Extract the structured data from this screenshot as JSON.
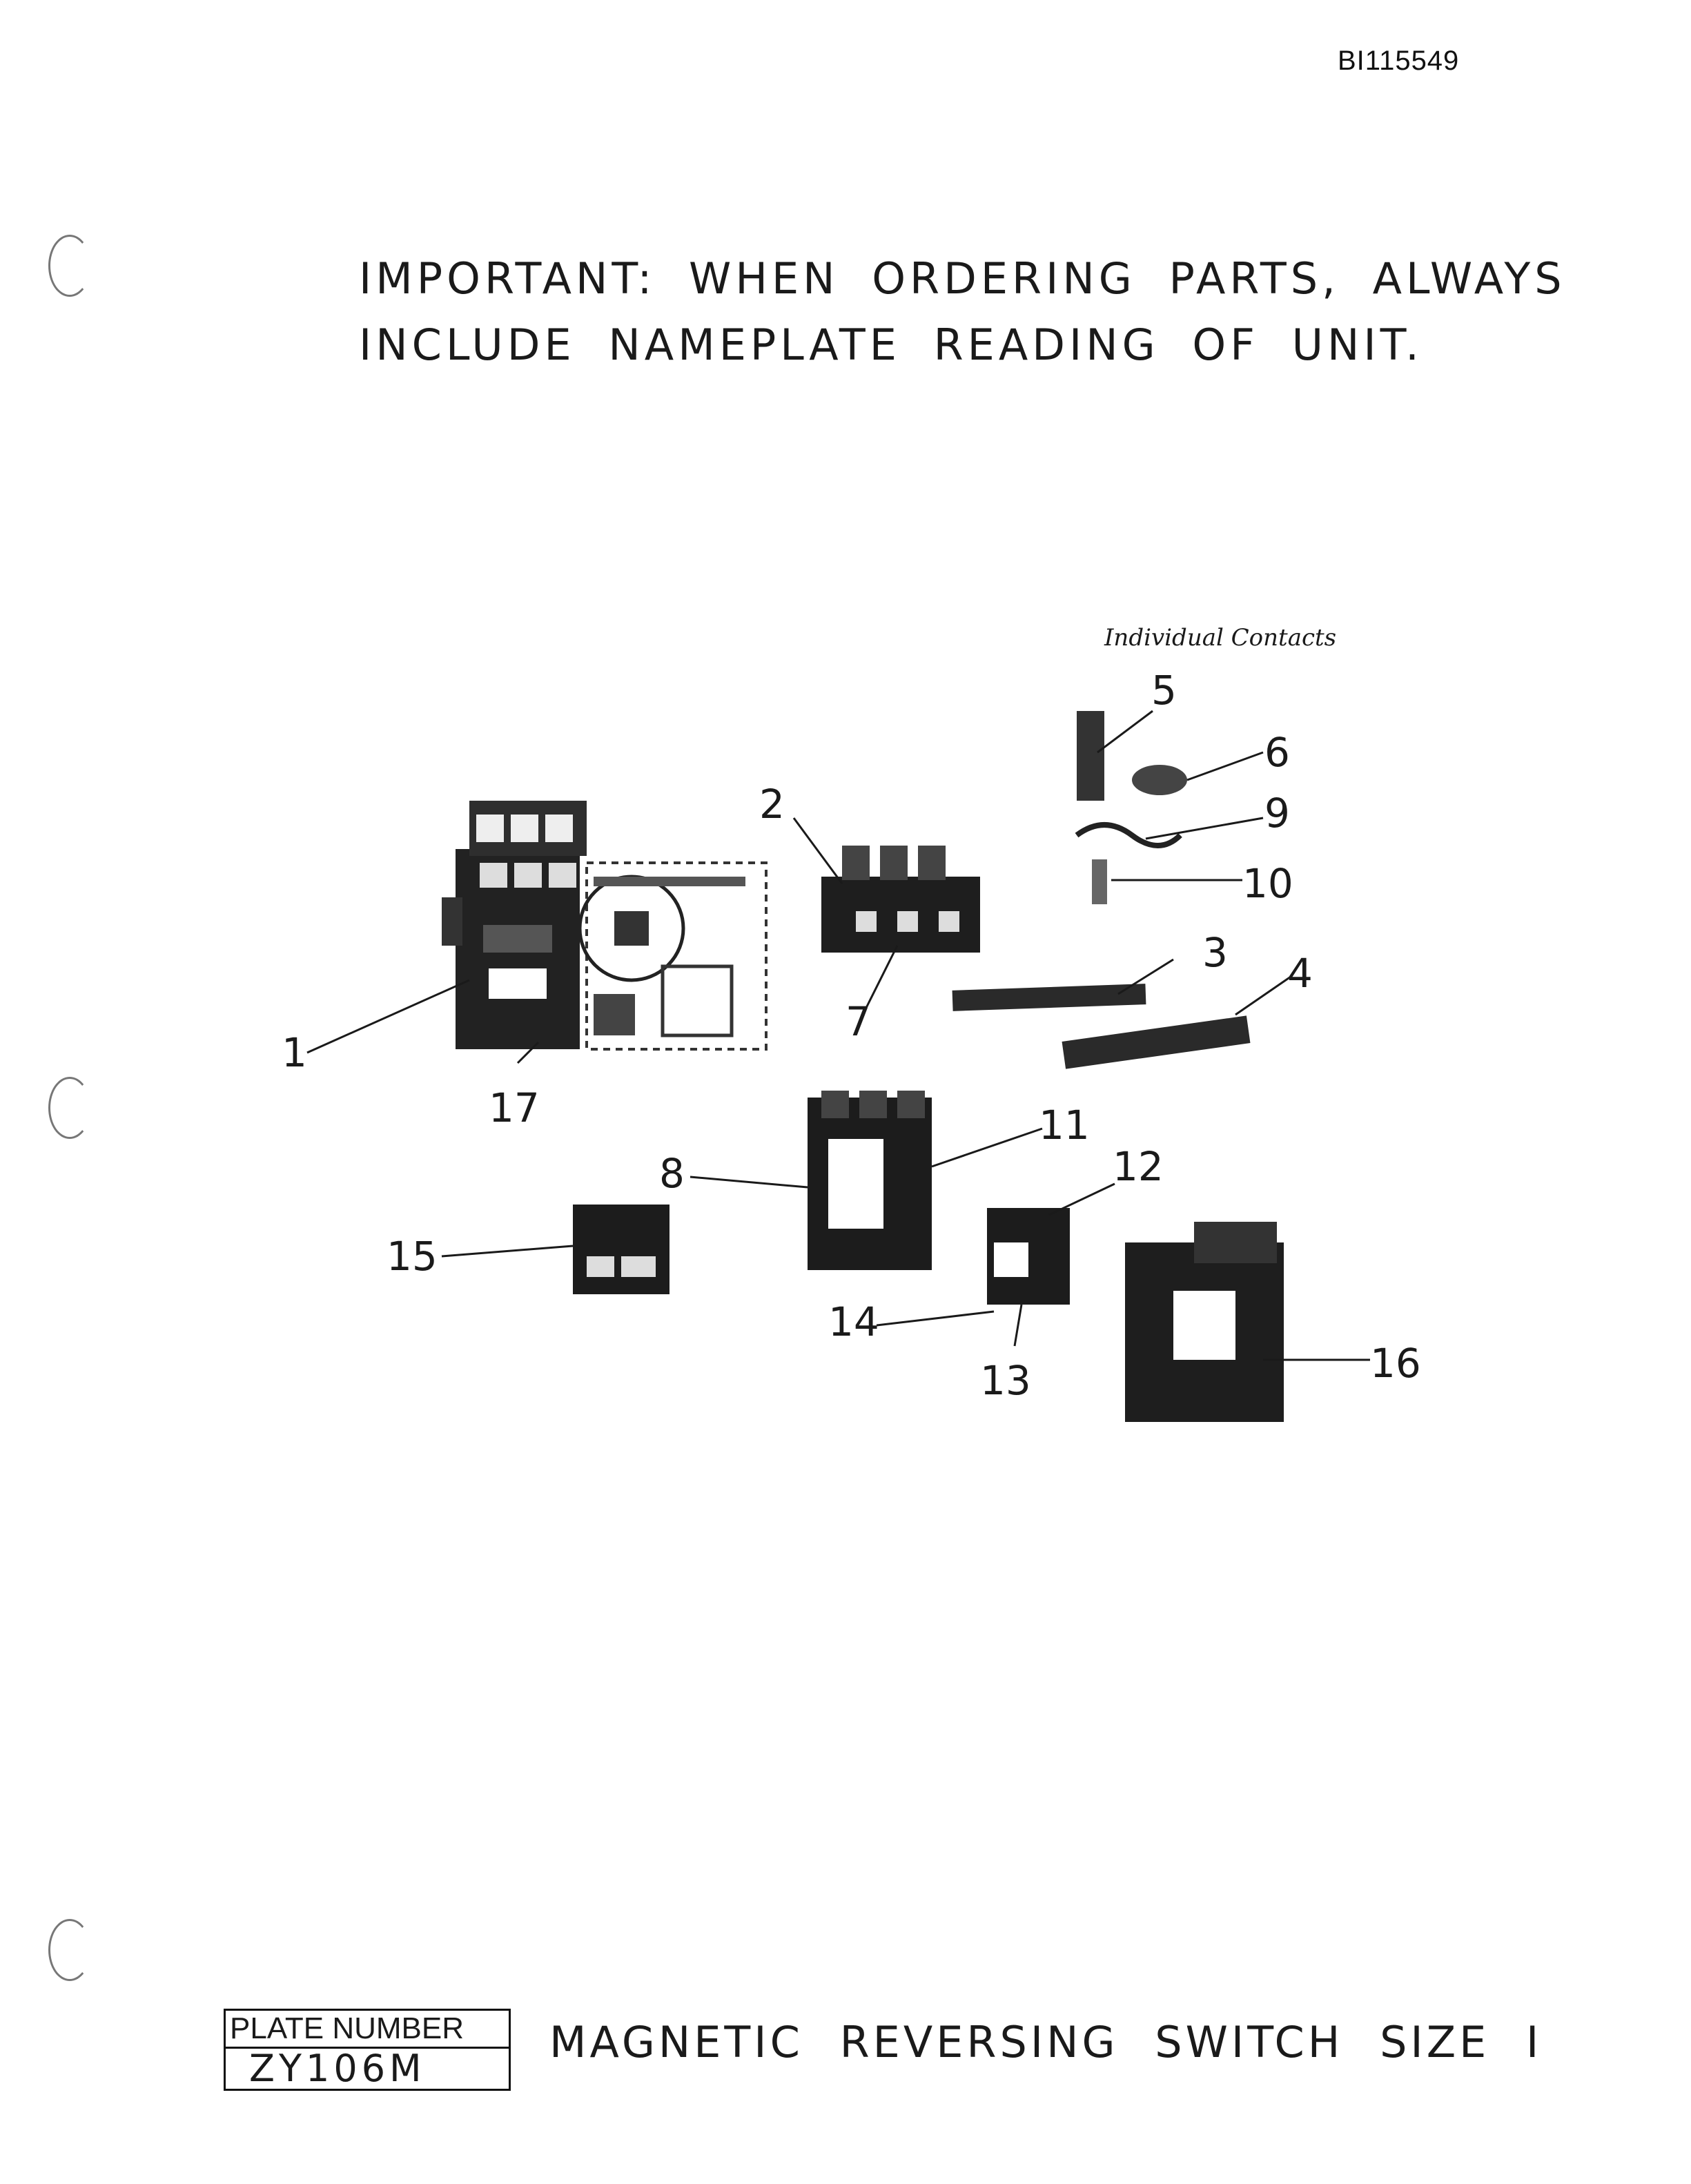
{
  "document": {
    "doc_id": "BI115549",
    "notice_line1": "IMPORTANT: WHEN ORDERING PARTS, ALWAYS",
    "notice_line2": "INCLUDE NAMEPLATE READING OF UNIT."
  },
  "diagram": {
    "contacts_caption": "Individual Contacts",
    "callouts": [
      "1",
      "2",
      "3",
      "4",
      "5",
      "6",
      "7",
      "8",
      "9",
      "10",
      "11",
      "12",
      "13",
      "14",
      "15",
      "16",
      "17"
    ]
  },
  "footer": {
    "plate_label": "PLATE NUMBER",
    "plate_number": "ZY106M",
    "title": "MAGNETIC REVERSING SWITCH SIZE I"
  }
}
